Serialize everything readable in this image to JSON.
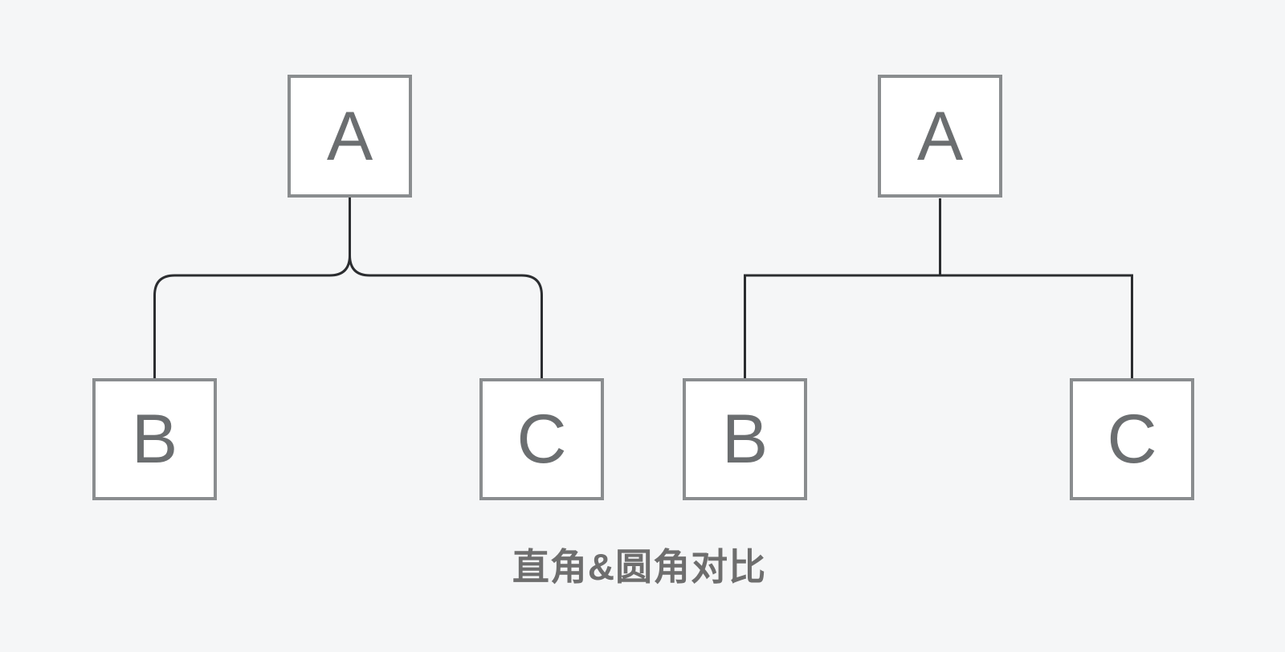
{
  "caption": {
    "text": "直角&圆角对比"
  },
  "colors": {
    "background": "#f5f6f7",
    "line": "#2b2d30",
    "box_border": "#8a8d8f",
    "box_fill": "#ffffff",
    "label": "#6b6e70",
    "caption": "#6e6e6e"
  },
  "diagrams": {
    "rounded": {
      "style": "rounded-corner connectors",
      "nodes": {
        "a": "A",
        "b": "B",
        "c": "C"
      }
    },
    "square": {
      "style": "right-angle connectors",
      "nodes": {
        "a": "A",
        "b": "B",
        "c": "C"
      }
    }
  }
}
